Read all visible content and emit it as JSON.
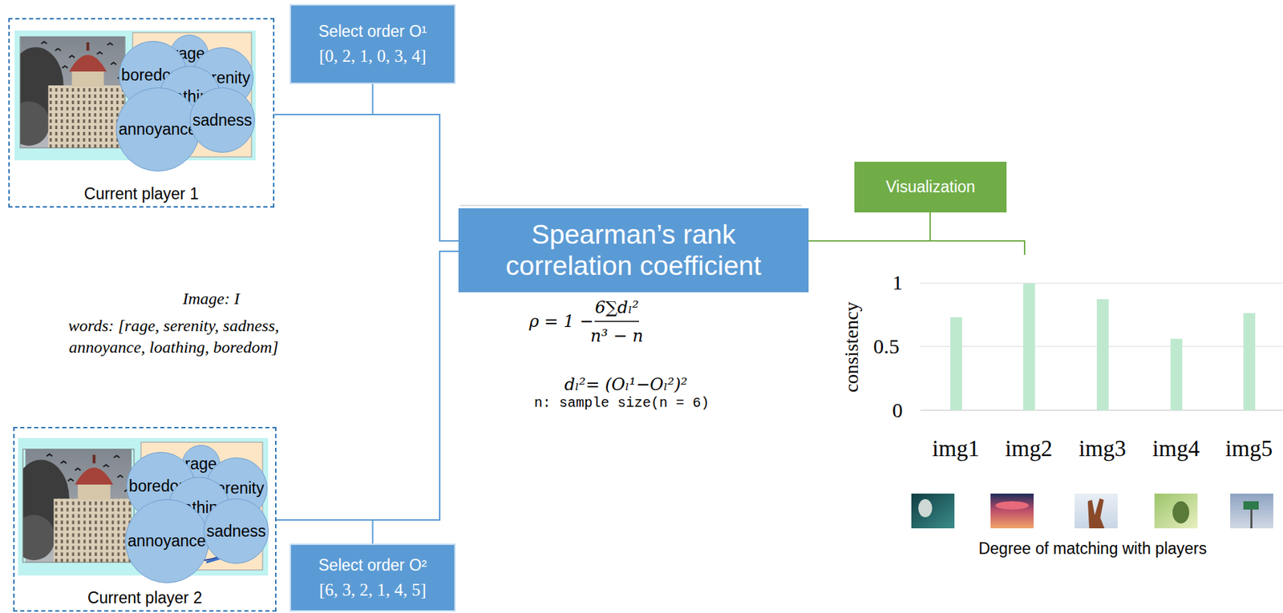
{
  "diagram": {
    "nodes": [
      {
        "text": [
          "Current player 1"
        ]
      },
      {
        "text": [
          "rage"
        ],
        "in": 0
      },
      {
        "text": [
          "boredom"
        ],
        "in": 0
      },
      {
        "text": [
          "serenity"
        ],
        "in": 0
      },
      {
        "text": [
          "loathing"
        ],
        "in": 0
      },
      {
        "text": [
          "annoyance"
        ],
        "in": 0
      },
      {
        "text": [
          "sadness"
        ],
        "in": 0
      },
      {
        "text": [
          "Select order O¹",
          "[0, 2, 1, 0, 3, 4]"
        ]
      },
      {
        "text": [
          "Current player 2"
        ]
      },
      {
        "text": [
          "rage"
        ],
        "in": 8
      },
      {
        "text": [
          "boredom"
        ],
        "in": 8
      },
      {
        "text": [
          "serenity"
        ],
        "in": 8
      },
      {
        "text": [
          "loathing"
        ],
        "in": 8
      },
      {
        "text": [
          "annoyance"
        ],
        "in": 8
      },
      {
        "text": [
          "sadness"
        ],
        "in": 8
      },
      {
        "text": [
          "Select order O²",
          "[6, 3, 2, 1, 4, 5]"
        ]
      },
      {
        "text": [
          "Spearman’s rank correlation coefficient"
        ]
      },
      {
        "text": [
          "Visualization"
        ]
      }
    ],
    "edges": [
      {
        "from": 0,
        "to": 16,
        "arrow": "none"
      },
      {
        "from": 7,
        "to": 16,
        "arrow": "none"
      },
      {
        "from": 8,
        "to": 16,
        "arrow": "none"
      },
      {
        "from": 15,
        "to": 16,
        "arrow": "none"
      },
      {
        "from": 16,
        "to": 17,
        "arrow": "none"
      }
    ],
    "labels": [
      "Image: I",
      "words: [rage, serenity, sadness, annoyance, loathing, boredom]",
      "ρ = 1 −",
      "6∑dₗ²",
      "n³ − n",
      "dₗ²= (Oₗ¹−Oₗ²)²",
      "n: sample size(n = 6)",
      "1",
      "0.5",
      "0",
      "consistency",
      "img1",
      "img2",
      "img3",
      "img4",
      "img5",
      "Degree of matching with players"
    ]
  }
}
